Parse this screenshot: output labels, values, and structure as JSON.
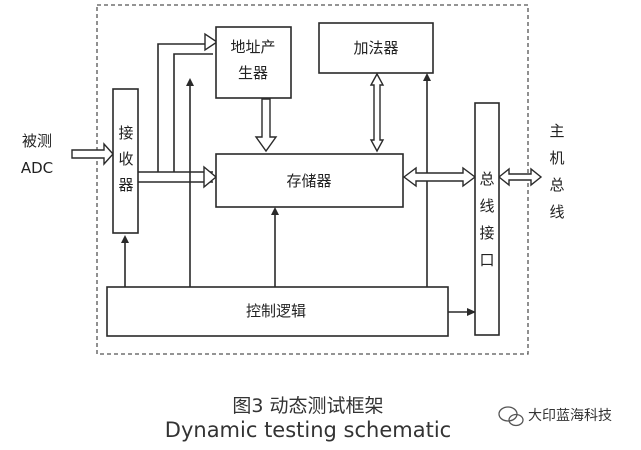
{
  "blocks": {
    "address_gen": [
      "地址产",
      "生器"
    ],
    "adder": "加法器",
    "receiver": [
      "接",
      "收",
      "器"
    ],
    "memory": "存储器",
    "bus_interface": [
      "总",
      "线",
      "接",
      "口"
    ],
    "control_logic": "控制逻辑"
  },
  "external": {
    "input": [
      "被测",
      "ADC"
    ],
    "host_bus": [
      "主",
      "机",
      "总",
      "线"
    ]
  },
  "caption": {
    "figure_label": "图3 动态测试框架",
    "english": "Dynamic testing schematic"
  },
  "watermark": "大印蓝海科技",
  "colors": {
    "line": "#2a2a2a",
    "frame": "#555555",
    "text": "#222222"
  }
}
